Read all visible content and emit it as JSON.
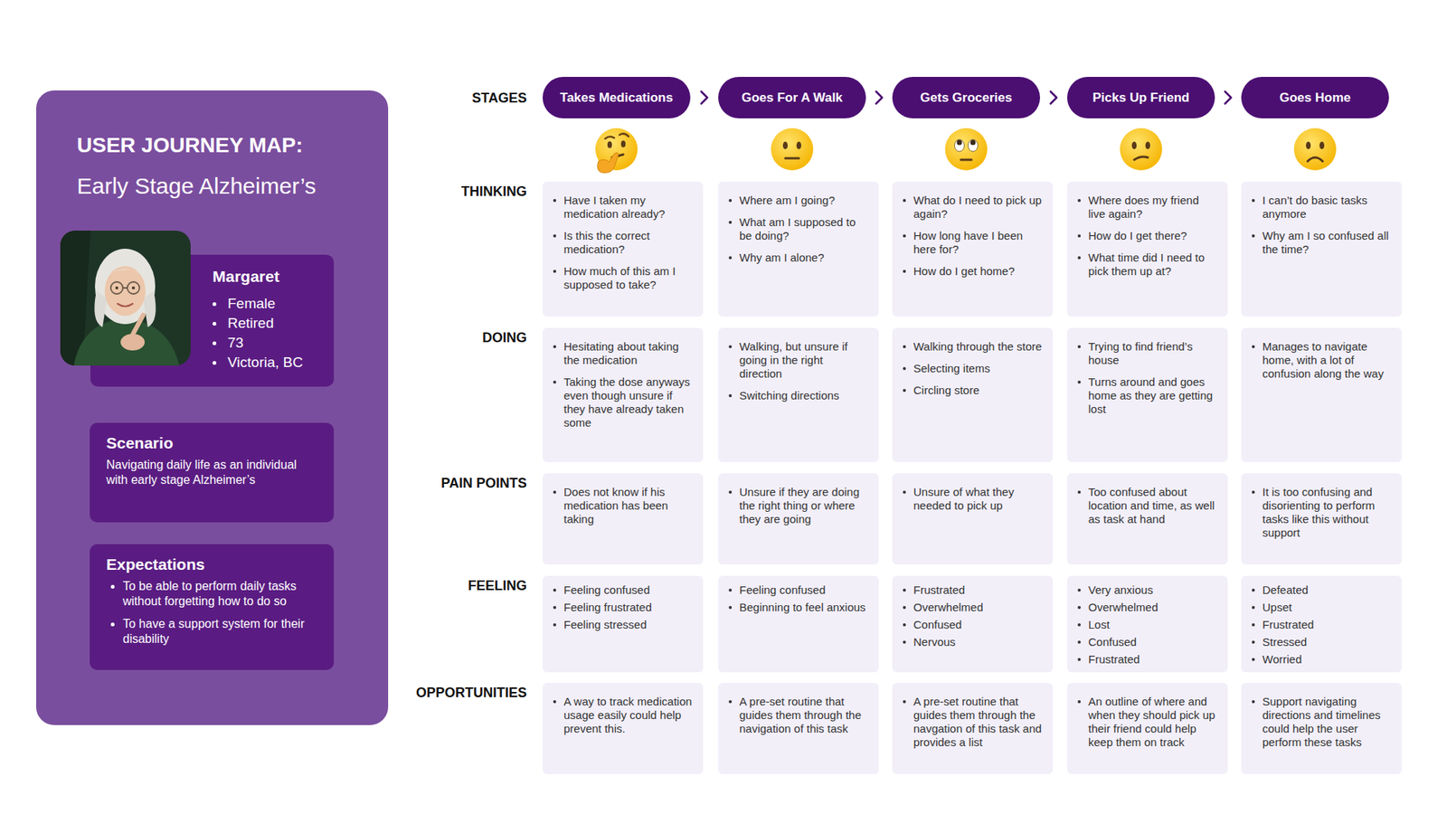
{
  "diagram": {
    "nodes": [
      {
        "text": [
          "USER JOURNEY MAP:",
          "Early Stage Alzheimer’s"
        ]
      },
      {
        "text": [
          "Margaret",
          "Female",
          "Retired",
          "73",
          "Victoria, BC"
        ],
        "in": 0
      },
      {
        "text": [
          "Scenario",
          "Navigating daily life as an individual with early stage Alzheimer’s"
        ],
        "in": 0
      },
      {
        "text": [
          "Expectations",
          "To be able to perform daily tasks without forgetting how to do so",
          "To have a support system for their disability"
        ],
        "in": 0
      },
      {
        "text": [
          "Takes Medications"
        ]
      },
      {
        "text": [
          "Goes For A Walk"
        ]
      },
      {
        "text": [
          "Gets Groceries"
        ]
      },
      {
        "text": [
          "Picks Up Friend"
        ]
      },
      {
        "text": [
          "Goes Home"
        ]
      },
      {
        "text": [
          "Have I taken my medication already?",
          "Is this the correct medication?",
          "How much of this am I supposed to take?"
        ]
      },
      {
        "text": [
          "Where am I going?",
          "What am I supposed to be doing?",
          "Why am I alone?"
        ]
      },
      {
        "text": [
          "What do I need to pick up again?",
          "How long have I been here for?",
          "How do I get home?"
        ]
      },
      {
        "text": [
          "Where does my friend live again?",
          "How do I get there?",
          "What time did I need to pick them up at?"
        ]
      },
      {
        "text": [
          "I can’t do basic tasks anymore",
          "Why am I so confused all the time?"
        ]
      },
      {
        "text": [
          "Hesitating about taking the medication",
          "Taking the dose anyways even though unsure if they have already taken some"
        ]
      },
      {
        "text": [
          "Walking, but unsure if going in the right direction",
          "Switching directions"
        ]
      },
      {
        "text": [
          "Walking through the store",
          "Selecting items",
          "Circling store"
        ]
      },
      {
        "text": [
          "Trying to find friend’s house",
          "Turns around and goes home as they are getting lost"
        ]
      },
      {
        "text": [
          "Manages to navigate home, with a lot of confusion along the way"
        ]
      },
      {
        "text": [
          "Does not know if his medication has been taking"
        ]
      },
      {
        "text": [
          "Unsure if they are doing the right thing or where they are going"
        ]
      },
      {
        "text": [
          "Unsure of what they needed to pick up"
        ]
      },
      {
        "text": [
          "Too confused about location and time, as well as task at hand"
        ]
      },
      {
        "text": [
          "It is too confusing and disorienting to perform tasks like this without support"
        ]
      },
      {
        "text": [
          "Feeling confused",
          "Feeling frustrated",
          "Feeling stressed"
        ]
      },
      {
        "text": [
          "Feeling confused",
          "Beginning to feel anxious"
        ]
      },
      {
        "text": [
          "Frustrated",
          "Overwhelmed",
          "Confused",
          "Nervous"
        ]
      },
      {
        "text": [
          "Very anxious",
          "Overwhelmed",
          "Lost",
          "Confused",
          "Frustrated"
        ]
      },
      {
        "text": [
          "Defeated",
          "Upset",
          "Frustrated",
          "Stressed",
          "Worried"
        ]
      },
      {
        "text": [
          "A way to track medication usage easily could help prevent this."
        ]
      },
      {
        "text": [
          "A pre-set routine that guides them through the navigation of this task"
        ]
      },
      {
        "text": [
          "A pre-set routine that guides them through the navgation of this task and provides a list"
        ]
      },
      {
        "text": [
          "An outline of where and when they should pick up their friend could help keep them on track"
        ]
      },
      {
        "text": [
          "Support navigating directions and timelines could help the user perform these tasks"
        ]
      }
    ],
    "edges": [
      {
        "from": 4,
        "to": 5,
        "arrow": "to"
      },
      {
        "from": 5,
        "to": 6,
        "arrow": "to"
      },
      {
        "from": 6,
        "to": 7,
        "arrow": "to"
      },
      {
        "from": 7,
        "to": 8,
        "arrow": "to"
      }
    ],
    "labels": [
      "STAGES",
      "THINKING",
      "DOING",
      "PAIN POINTS",
      "FEELING",
      "OPPORTUNITIES"
    ]
  }
}
